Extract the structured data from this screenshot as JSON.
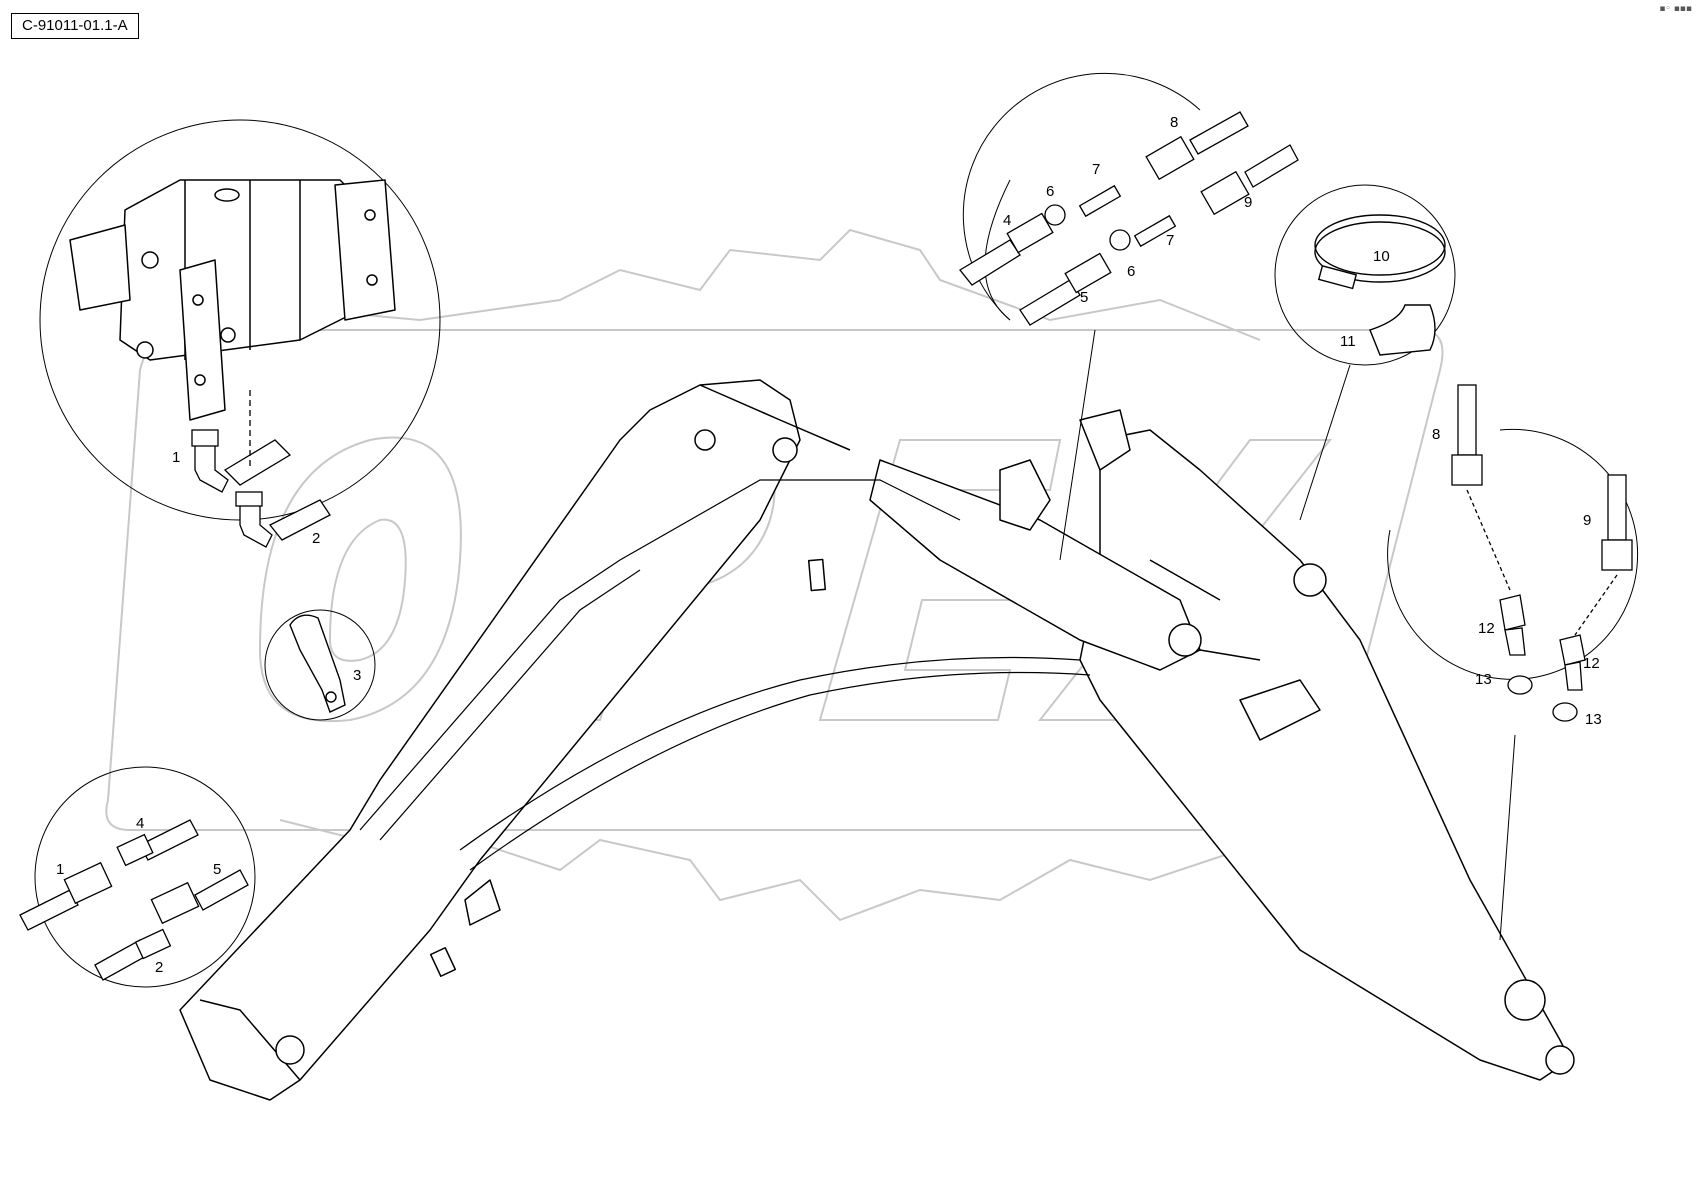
{
  "reference_code": "C-91011-01.1-A",
  "corner_mark": "▪◦ ▪▪▪",
  "watermark": {
    "text": "OPEX"
  },
  "callouts": {
    "motor_detail": [
      "1",
      "2"
    ],
    "clamp_detail": [
      "3"
    ],
    "fittings_detail": [
      "4",
      "5",
      "6",
      "6",
      "7",
      "7",
      "8",
      "9"
    ],
    "hose_clamp_detail": [
      "10",
      "11"
    ],
    "adapter_detail": [
      "8",
      "9",
      "12",
      "12",
      "13",
      "13"
    ],
    "connector_detail": [
      "1",
      "2",
      "4",
      "5"
    ]
  }
}
